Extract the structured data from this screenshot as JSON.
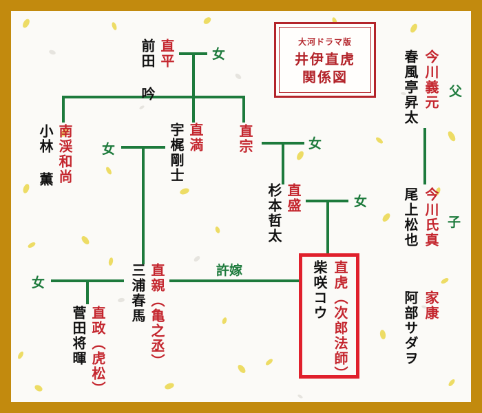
{
  "title": {
    "small": "大河ドラマ版",
    "main": "井伊直虎\n関係図"
  },
  "colors": {
    "frame": "#c28a0e",
    "line": "#1d7a3c",
    "role_text": "#c4262e",
    "actor_text": "#111111",
    "relation_text": "#1d7a3c",
    "highlight": "#e0202c"
  },
  "people": {
    "naohira": {
      "role": "直平",
      "actor": "前田 吟"
    },
    "nankei": {
      "role": "南渓和尚",
      "actor": "小林 薫"
    },
    "naomitsu": {
      "role": "直満",
      "actor": "宇梶剛士"
    },
    "naomune": {
      "role": "直宗",
      "actor": ""
    },
    "naomori": {
      "role": "直盛",
      "actor": "杉本哲太"
    },
    "naochika": {
      "role": "直親（亀之丞）",
      "actor": "三浦春馬"
    },
    "naomasa": {
      "role": "直政（虎松）",
      "actor": "菅田将暉"
    },
    "naotora": {
      "role": "直虎（次郎法師）",
      "actor": "柴咲コウ"
    },
    "yoshimoto": {
      "role": "今川義元",
      "actor": "春風亭昇太"
    },
    "ujizane": {
      "role": "今川氏真",
      "actor": "尾上松也"
    },
    "ieyasu": {
      "role": "家康",
      "actor": "阿部サダヲ"
    }
  },
  "relations": {
    "daughter_1": "女",
    "daughter_2": "女",
    "daughter_3": "女",
    "daughter_4": "女",
    "daughter_5": "女",
    "engaged": "許嫁",
    "father": "父",
    "son": "子"
  }
}
